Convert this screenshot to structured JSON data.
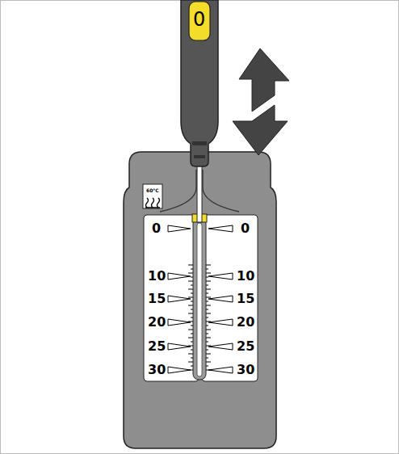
{
  "diagram": {
    "labels": [
      "0",
      "60°C",
      "0",
      "0",
      "10",
      "10",
      "15",
      "15",
      "20",
      "20",
      "25",
      "25",
      "30",
      "30"
    ]
  }
}
